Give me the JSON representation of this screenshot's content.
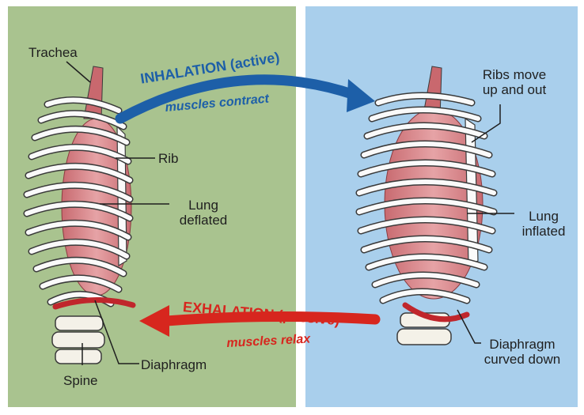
{
  "colors": {
    "left_panel": "#a9c38f",
    "right_panel": "#a9cfec",
    "inhalation_arrow": "#1d5fa8",
    "exhalation_arrow": "#d7261e",
    "lung": "#d98a8e",
    "rib": "#fafafa",
    "diaphragm": "#c0262c"
  },
  "left": {
    "trachea": "Trachea",
    "rib": "Rib",
    "lung_line1": "Lung",
    "lung_line2": "deflated",
    "diaphragm": "Diaphragm",
    "spine": "Spine"
  },
  "right": {
    "ribs_line1": "Ribs move",
    "ribs_line2": "up and out",
    "lung_line1": "Lung",
    "lung_line2": "inflated",
    "diaphragm_line1": "Diaphragm",
    "diaphragm_line2": "curved down"
  },
  "inhalation": {
    "title": "INHALATION (active)",
    "subtitle": "muscles contract"
  },
  "exhalation": {
    "title": "EXHALATION (passive)",
    "subtitle": "muscles relax"
  }
}
